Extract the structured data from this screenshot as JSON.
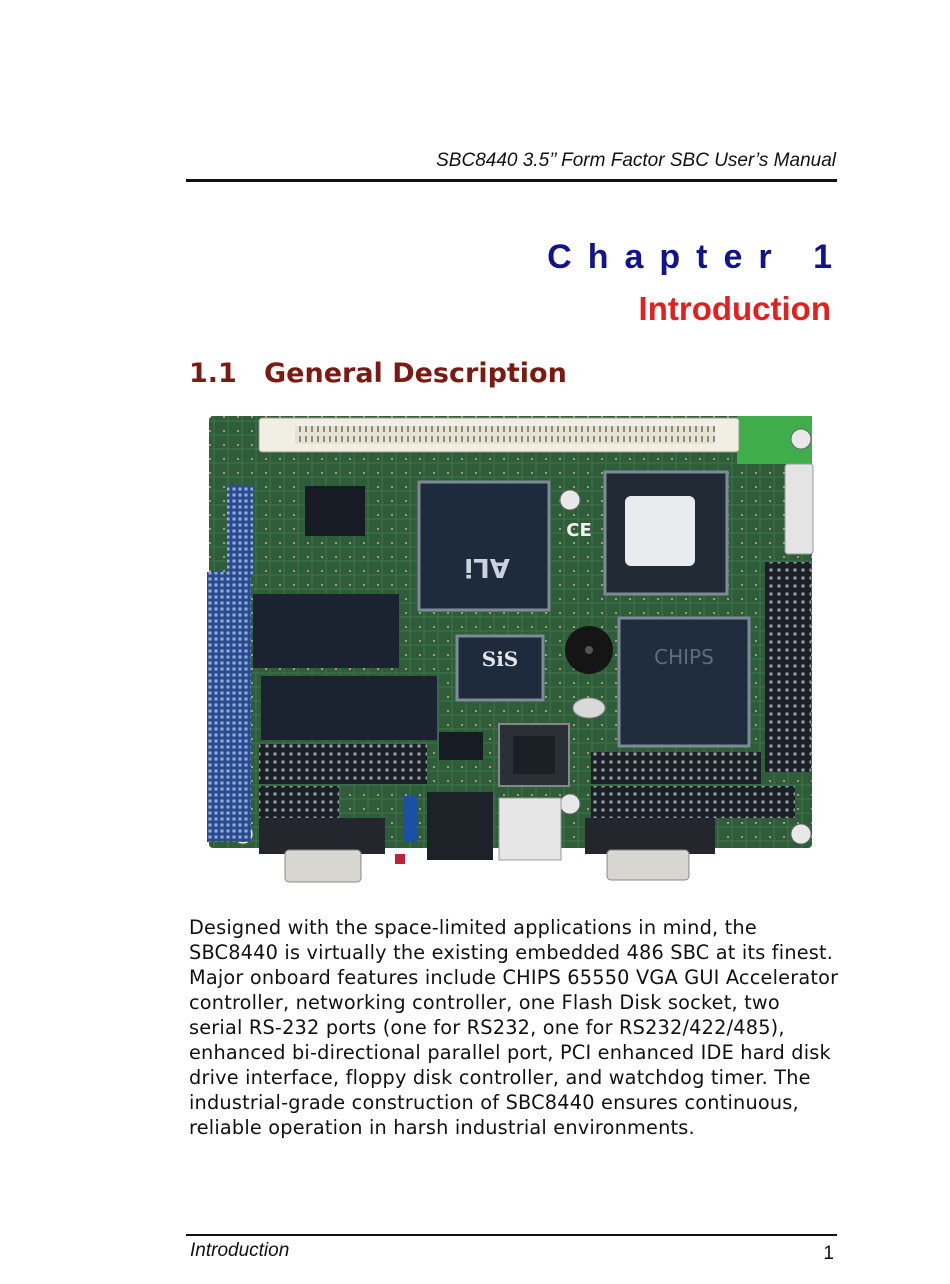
{
  "header": {
    "title": "SBC8440 3.5’’ Form Factor SBC User’s Manual"
  },
  "chapter": {
    "label": "Chapter 1",
    "title": "Introduction"
  },
  "section": {
    "number": "1.1",
    "title": "General Description"
  },
  "figure": {
    "chip_text_1": "ALi",
    "chip_text_2": "SiS",
    "chip_text_3": "CHIPS",
    "ce_mark": "CE"
  },
  "body": {
    "paragraph": "Designed with the space-limited applications in mind, the SBC8440 is virtually the existing embedded 486 SBC at its finest. Major onboard features include CHIPS 65550 VGA GUI Accelerator controller, networking controller, one Flash Disk socket, two serial RS-232 ports (one for RS232, one for RS232/422/485), enhanced bi-directional parallel port, PCI enhanced IDE hard disk drive interface, floppy disk controller, and watchdog timer. The industrial-grade construction of SBC8440 ensures continuous, reliable operation in harsh industrial environments."
  },
  "footer": {
    "title": "Introduction",
    "page_number": "1"
  },
  "colors": {
    "chapter_label": "#14148a",
    "chapter_title": "#e32020",
    "section_heading": "#7a1a12",
    "pcb_green": "#2f5d3a"
  }
}
